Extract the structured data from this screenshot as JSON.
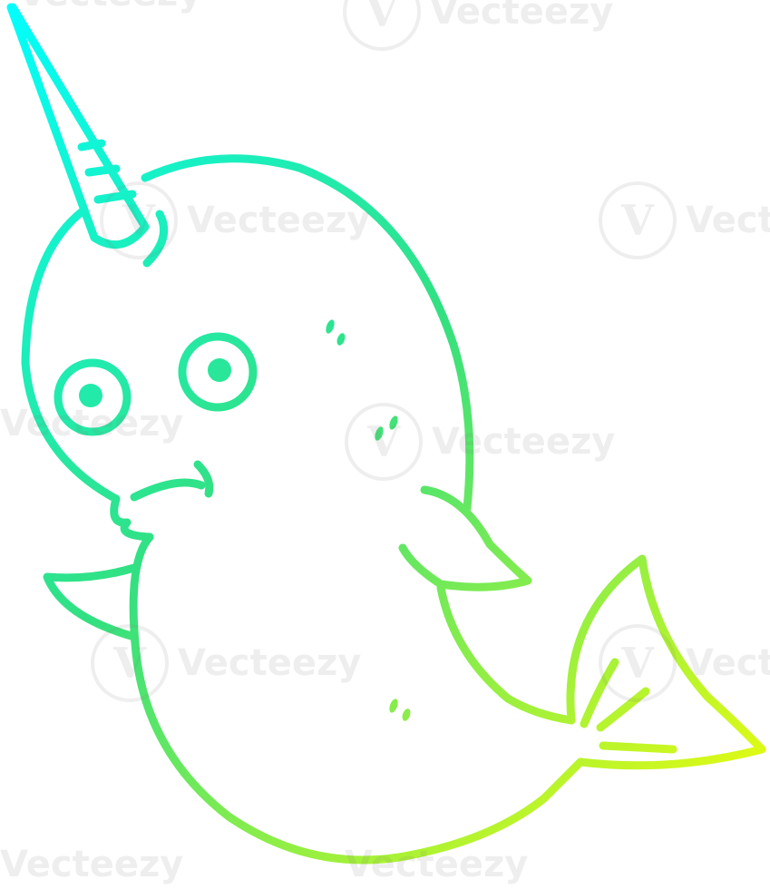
{
  "image": {
    "subject": "cartoon narwhal line drawing",
    "colors": {
      "gradient_start": "#00FFFF",
      "gradient_mid": "#33E080",
      "gradient_end": "#FFFF00",
      "background": "#FFFFFF"
    }
  },
  "watermark": {
    "text": "Vecteezy",
    "logo_letter": "V"
  }
}
